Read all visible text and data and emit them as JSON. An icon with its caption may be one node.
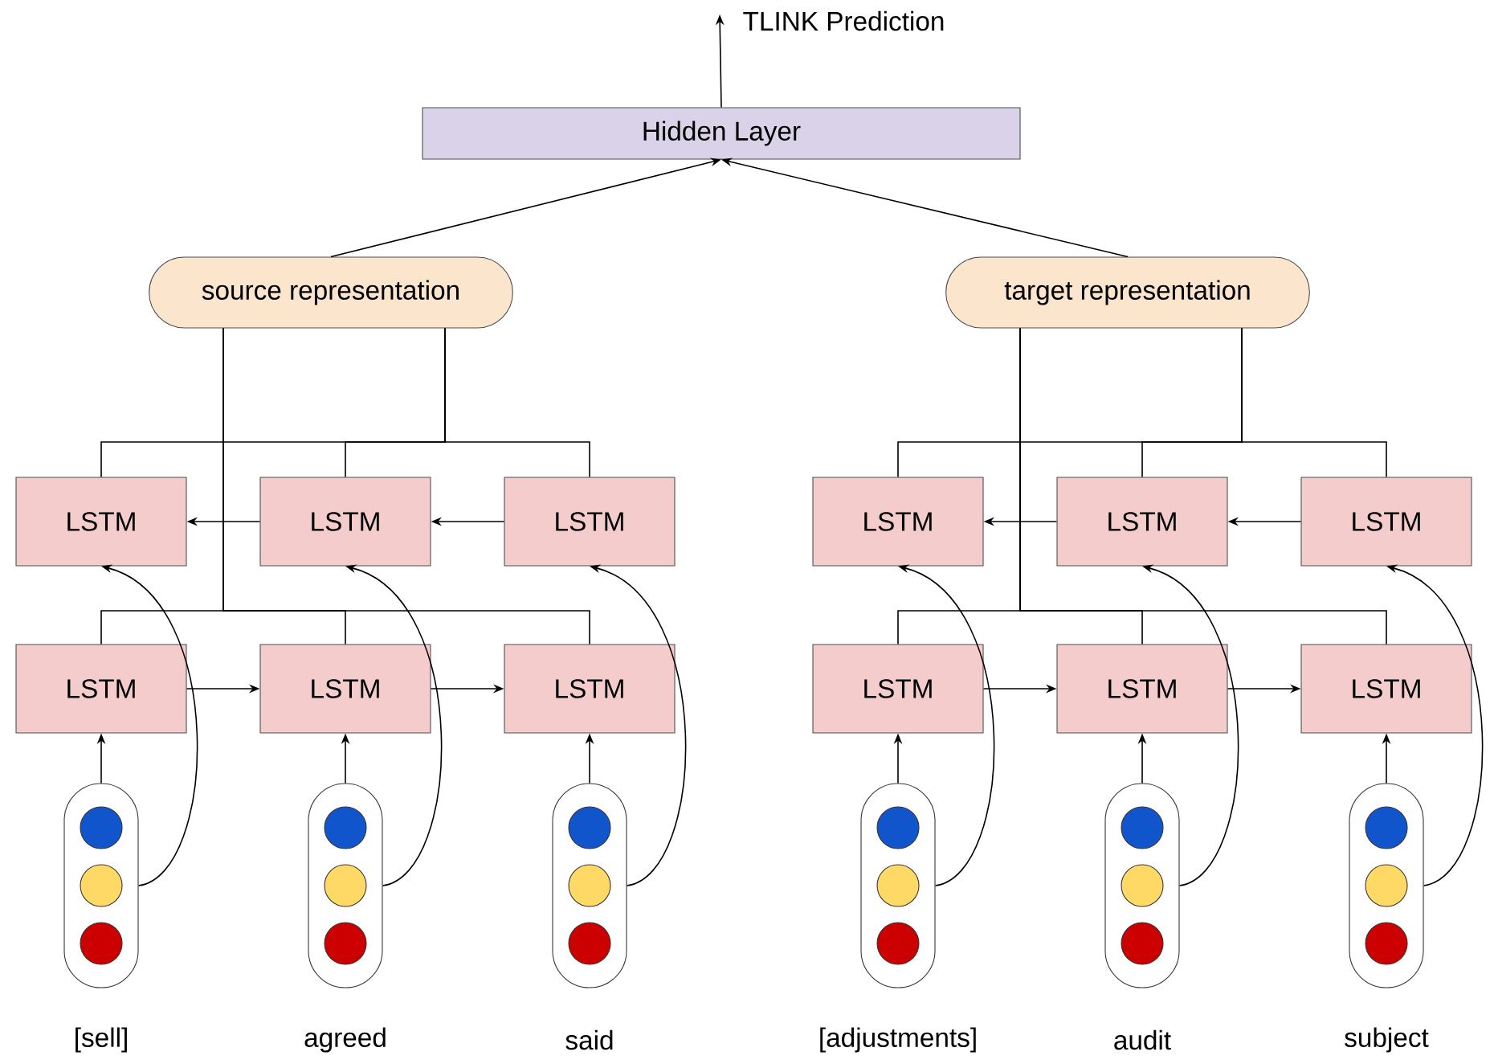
{
  "diagram": {
    "nodes": [
      {
        "text": [
          "Hidden Layer"
        ]
      },
      {
        "text": [
          "TLINK Prediction"
        ]
      },
      {
        "text": [
          "source representation"
        ]
      },
      {
        "text": [
          "target representation"
        ]
      },
      {
        "text": [
          "LSTM"
        ]
      },
      {
        "text": [
          "LSTM"
        ]
      },
      {
        "text": [
          "LSTM"
        ]
      },
      {
        "text": [
          "LSTM"
        ]
      },
      {
        "text": [
          "LSTM"
        ]
      },
      {
        "text": [
          "LSTM"
        ]
      },
      {
        "text": [
          "LSTM"
        ]
      },
      {
        "text": [
          "LSTM"
        ]
      },
      {
        "text": [
          "LSTM"
        ]
      },
      {
        "text": [
          "LSTM"
        ]
      },
      {
        "text": [
          "LSTM"
        ]
      },
      {
        "text": [
          "LSTM"
        ]
      },
      {
        "text": [],
        "shape": "capsule",
        "beside": [
          "[sell]"
        ]
      },
      {
        "text": [],
        "shape": "capsule",
        "beside": [
          "agreed"
        ]
      },
      {
        "text": [],
        "shape": "capsule",
        "beside": [
          "said"
        ]
      },
      {
        "text": [],
        "shape": "capsule",
        "beside": [
          "[adjustments]"
        ]
      },
      {
        "text": [],
        "shape": "capsule",
        "beside": [
          "audit"
        ]
      },
      {
        "text": [],
        "shape": "capsule",
        "beside": [
          "subject"
        ]
      }
    ],
    "edges": [
      {
        "from": 0,
        "to": 1,
        "arrow": "to"
      },
      {
        "from": 2,
        "to": 0,
        "arrow": "to"
      },
      {
        "from": 3,
        "to": 0,
        "arrow": "to"
      },
      {
        "from": 4,
        "to": 2,
        "arrow": "none"
      },
      {
        "from": 5,
        "to": 2,
        "arrow": "none"
      },
      {
        "from": 6,
        "to": 2,
        "arrow": "none"
      },
      {
        "from": 7,
        "to": 2,
        "arrow": "none"
      },
      {
        "from": 8,
        "to": 2,
        "arrow": "none"
      },
      {
        "from": 9,
        "to": 2,
        "arrow": "none"
      },
      {
        "from": 10,
        "to": 3,
        "arrow": "none"
      },
      {
        "from": 11,
        "to": 3,
        "arrow": "none"
      },
      {
        "from": 12,
        "to": 3,
        "arrow": "none"
      },
      {
        "from": 13,
        "to": 3,
        "arrow": "none"
      },
      {
        "from": 14,
        "to": 3,
        "arrow": "none"
      },
      {
        "from": 15,
        "to": 3,
        "arrow": "none"
      },
      {
        "from": 5,
        "to": 4,
        "arrow": "to"
      },
      {
        "from": 6,
        "to": 5,
        "arrow": "to"
      },
      {
        "from": 7,
        "to": 8,
        "arrow": "to"
      },
      {
        "from": 8,
        "to": 9,
        "arrow": "to"
      },
      {
        "from": 11,
        "to": 10,
        "arrow": "to"
      },
      {
        "from": 12,
        "to": 11,
        "arrow": "to"
      },
      {
        "from": 13,
        "to": 14,
        "arrow": "to"
      },
      {
        "from": 14,
        "to": 15,
        "arrow": "to"
      },
      {
        "from": 16,
        "to": 7,
        "arrow": "to"
      },
      {
        "from": 17,
        "to": 8,
        "arrow": "to"
      },
      {
        "from": 18,
        "to": 9,
        "arrow": "to"
      },
      {
        "from": 19,
        "to": 13,
        "arrow": "to"
      },
      {
        "from": 20,
        "to": 14,
        "arrow": "to"
      },
      {
        "from": 21,
        "to": 15,
        "arrow": "to"
      },
      {
        "from": 16,
        "to": 4,
        "arrow": "to"
      },
      {
        "from": 17,
        "to": 5,
        "arrow": "to"
      },
      {
        "from": 18,
        "to": 6,
        "arrow": "to"
      },
      {
        "from": 19,
        "to": 10,
        "arrow": "to"
      },
      {
        "from": 20,
        "to": 11,
        "arrow": "to"
      },
      {
        "from": 21,
        "to": 12,
        "arrow": "to"
      }
    ]
  }
}
